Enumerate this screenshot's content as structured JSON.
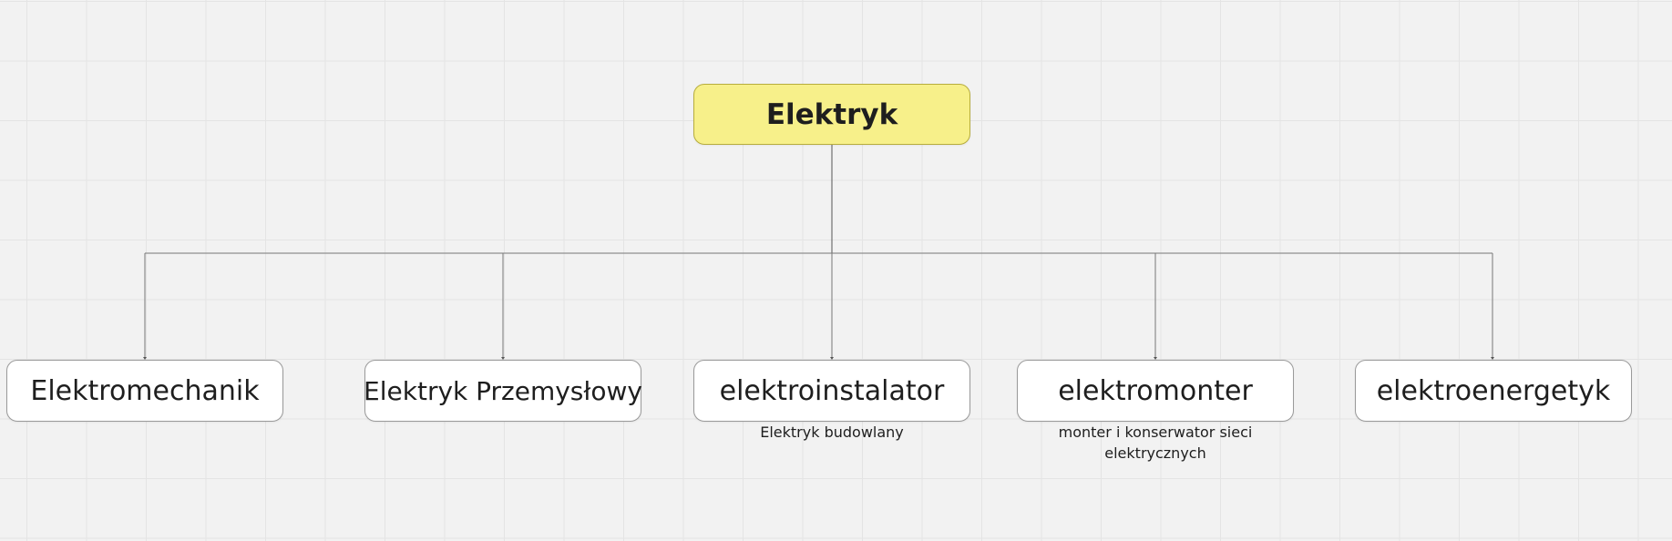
{
  "diagram": {
    "root": {
      "label": "Elektryk"
    },
    "children": [
      {
        "label": "Elektromechanik",
        "caption": ""
      },
      {
        "label": "Elektryk Przemysłowy",
        "caption": ""
      },
      {
        "label": "elektroinstalator",
        "caption": "Elektryk budowlany"
      },
      {
        "label": "elektromonter",
        "caption": "monter i konserwator sieci elektrycznych"
      },
      {
        "label": "elektroenergetyk",
        "caption": ""
      }
    ]
  },
  "colors": {
    "root_fill": "#f7f08a",
    "node_fill": "#ffffff",
    "connector": "#555555",
    "grid_background": "#f2f2f2"
  }
}
